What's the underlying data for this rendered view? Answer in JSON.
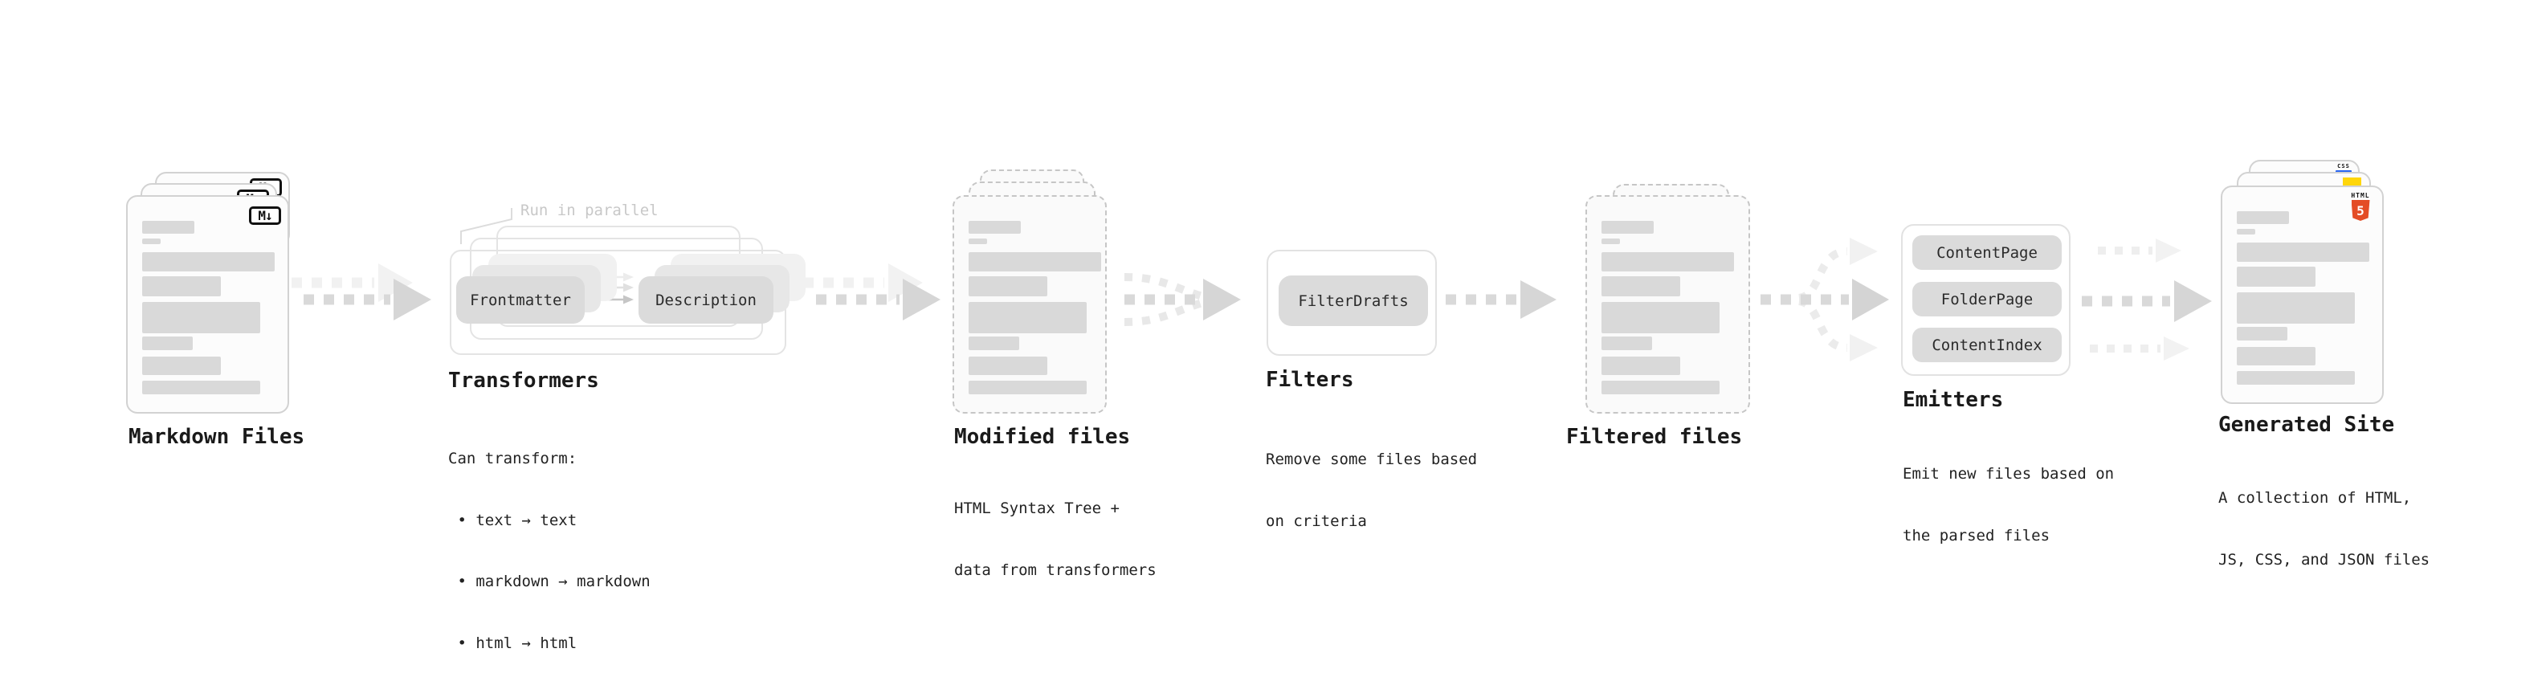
{
  "diagram": {
    "markdown_files": {
      "title": "Markdown Files",
      "icon_label": "M↓"
    },
    "transformers": {
      "title": "Transformers",
      "annotation": "Run in parallel",
      "boxes": [
        "Frontmatter",
        "Description"
      ],
      "desc": [
        "Can transform:",
        " • text → text",
        " • markdown → markdown",
        " • html → html"
      ]
    },
    "modified_files": {
      "title": "Modified files",
      "desc": [
        "HTML Syntax Tree +",
        "data from transformers"
      ]
    },
    "filters": {
      "title": "Filters",
      "boxes": [
        "FilterDrafts"
      ],
      "desc": [
        "Remove some files based",
        "on criteria"
      ]
    },
    "filtered_files": {
      "title": "Filtered files"
    },
    "emitters": {
      "title": "Emitters",
      "boxes": [
        "ContentPage",
        "FolderPage",
        "ContentIndex"
      ],
      "desc": [
        "Emit new files based on",
        "the parsed files"
      ]
    },
    "generated_site": {
      "title": "Generated Site",
      "desc": [
        "A collection of HTML,",
        "JS, CSS, and JSON files"
      ],
      "badges": {
        "html5_label": "HTML",
        "html5_number": "5",
        "css_label": "CSS"
      }
    }
  },
  "colors": {
    "html5_orange": "#e44d26",
    "js_yellow": "#ffd60a",
    "css_blue": "#2965f1",
    "skeleton_bar": "#d9d9d9",
    "arrow_main": "#d6d6d6",
    "arrow_ghost": "#f1f1f1",
    "frame_border": "#e4e4e4",
    "annotation_gray": "#c8c8c8"
  }
}
